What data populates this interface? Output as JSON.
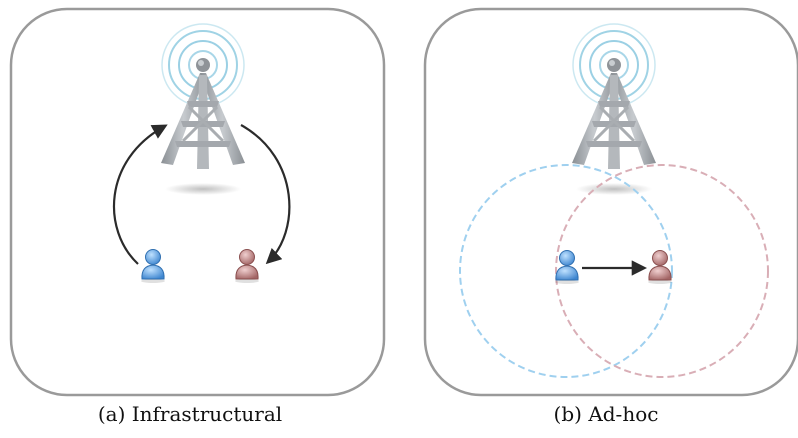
{
  "panels": [
    {
      "id": "a",
      "caption": "(a) Infrastructural"
    },
    {
      "id": "b",
      "caption": "(b) Ad-hoc"
    }
  ],
  "colors": {
    "frame_border": "#9a9a9a",
    "tower": "#9ea3a8",
    "signal_rings": "#8fcbe0",
    "user_sender": "#5aa0de",
    "user_receiver": "#b98080",
    "range_sender": "#9fd0ef",
    "range_receiver": "#d9aeb6",
    "arrow": "#2b2b2b"
  },
  "icons": [
    "radio-tower-icon",
    "user-icon",
    "arrow-icon"
  ]
}
